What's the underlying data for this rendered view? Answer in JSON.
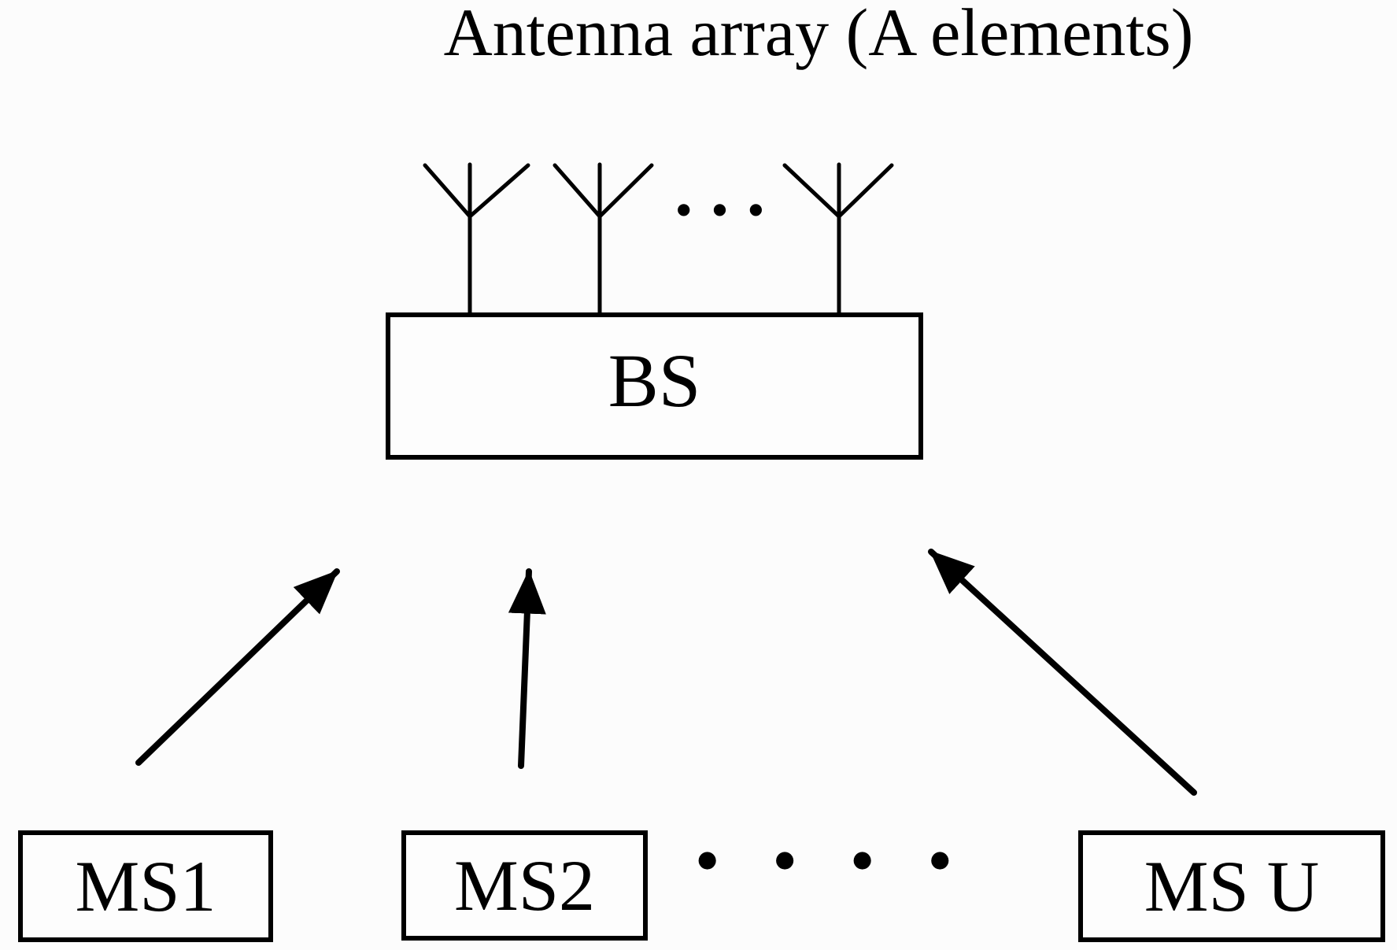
{
  "figure": {
    "title": "Antenna array (A elements)",
    "base_station": {
      "label": "BS"
    },
    "mobile_stations": [
      {
        "label": "MS1"
      },
      {
        "label": "MS2"
      },
      {
        "label": "MS U"
      }
    ],
    "antenna_ellipsis": "● ● ●",
    "ms_ellipsis": "● ● ● ●",
    "colors": {
      "ink": "#000000",
      "background": "#fcfcfc"
    }
  }
}
